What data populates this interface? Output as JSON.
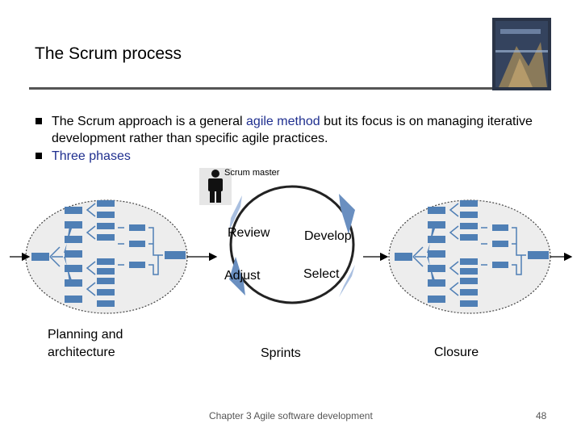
{
  "slide": {
    "title": "The Scrum process",
    "bullets": [
      {
        "pre": "The Scrum approach is a general ",
        "accent": "agile method",
        "post": " but its focus is on managing iterative development rather than specific agile practices."
      },
      {
        "pre": "",
        "accent": "Three phases",
        "post": ""
      }
    ],
    "footer": "Chapter 3 Agile software development",
    "page_number": "48"
  },
  "diagram": {
    "scrum_master": "Scrum master",
    "cycle": {
      "review": "Review",
      "develop": "Develop",
      "adjust": "Adjust",
      "select": "Select"
    },
    "planning_line1": "Planning and",
    "planning_line2": "architecture",
    "sprints": "Sprints",
    "closure": "Closure"
  },
  "colors": {
    "accent": "#1f2f8f",
    "box": "#4f7fb5",
    "rule": "#555555"
  }
}
